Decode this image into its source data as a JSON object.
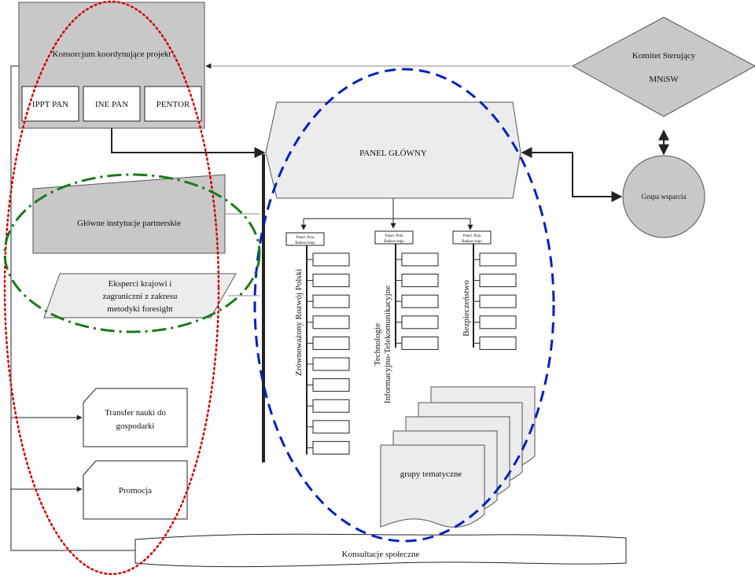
{
  "consortium": {
    "title": "Konsorcjum koordynujące projekt",
    "members": [
      "IPPT PAN",
      "INE PAN",
      "PENTOR"
    ]
  },
  "steering": {
    "title": "Komitet Sterujący",
    "sub": "MNiSW"
  },
  "support_group": "Grupa wsparcia",
  "main_panel": "PANEL GŁÓWNY",
  "partners": "Główne instytucje partnerskie",
  "experts": [
    "Eksperci krajowi i",
    "zagraniczni z zakresu",
    "metodyki foresight"
  ],
  "transfer": [
    "Transfer nauki do",
    "gospodarki"
  ],
  "promotion": "Promocja",
  "consultations": "Konsultacje społeczne",
  "thematic_groups": "grupy tematyczne",
  "panel_header": [
    "Panel. Pola",
    "Badawczego"
  ],
  "fields": [
    {
      "lines": [
        "Zrównoważony Rozwój Polski"
      ]
    },
    {
      "lines": [
        "Technologie",
        "Informacyjno-Telekomunikacyjne"
      ]
    },
    {
      "lines": [
        "Bezpieczeństwo"
      ]
    }
  ],
  "colors": {
    "red": "#d40000",
    "blue": "#0020c0",
    "green": "#1a7a1a",
    "fill": "#c8c8c8"
  }
}
